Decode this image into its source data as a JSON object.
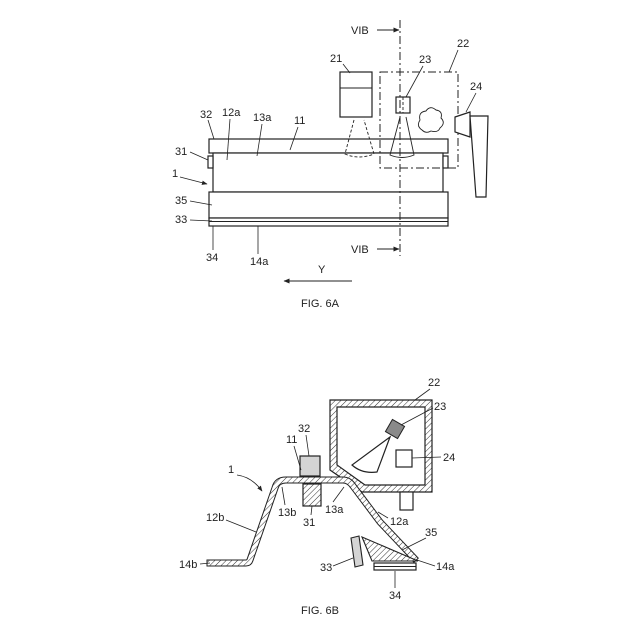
{
  "fig6a": {
    "caption": "FIG. 6A",
    "section_mark_top": "VIB",
    "section_mark_bottom": "VIB",
    "direction_label": "Y",
    "labels": [
      "21",
      "22",
      "23",
      "24",
      "32",
      "12a",
      "13a",
      "11",
      "31",
      "1",
      "35",
      "33",
      "34",
      "14a"
    ]
  },
  "fig6b": {
    "caption": "FIG. 6B",
    "labels": [
      "11",
      "32",
      "22",
      "23",
      "24",
      "1",
      "12b",
      "13b",
      "31",
      "13a",
      "12a",
      "35",
      "14b",
      "33",
      "14a",
      "34"
    ]
  },
  "colors": {
    "line": "#222222",
    "shade": "#8a8a8a",
    "light_shade": "#d4d4d4",
    "background": "#ffffff"
  }
}
